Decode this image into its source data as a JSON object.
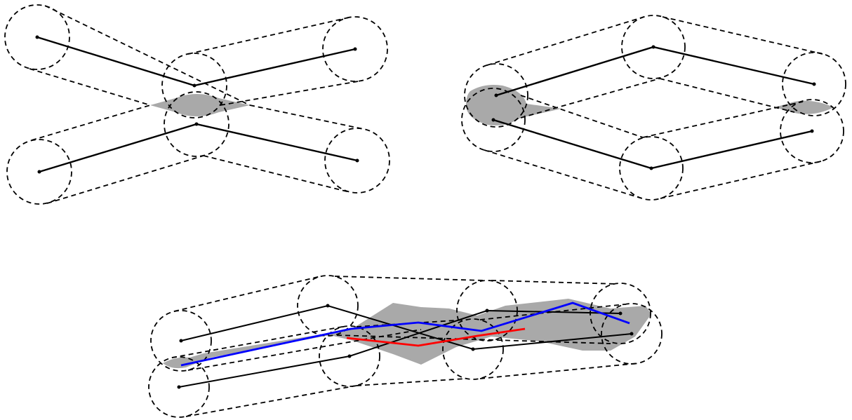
{
  "figure": {
    "panels": [
      {
        "id": "top-left",
        "description_shown": false
      },
      {
        "id": "top-right",
        "description_shown": false
      },
      {
        "id": "bottom",
        "description_shown": false
      }
    ]
  },
  "colors": {
    "background": "#ffffff",
    "polyline": "#000000",
    "buffer_outline": "#000000",
    "intersection_fill": "#a9a9a9",
    "blue_path": "#0000ff",
    "red_path": "#ff0000"
  }
}
